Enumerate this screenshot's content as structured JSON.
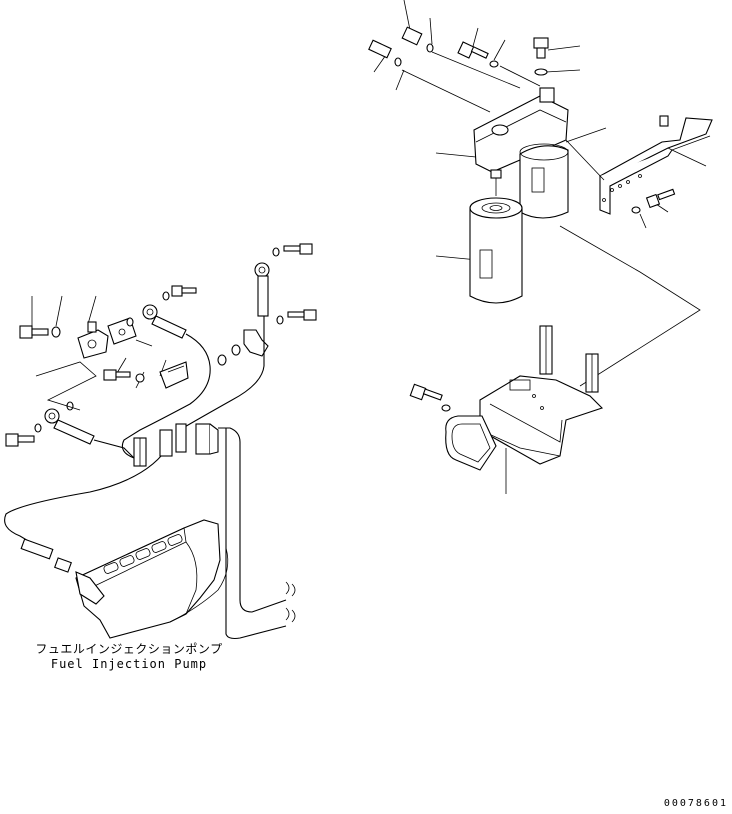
{
  "labels": {
    "pump_label_jp": "フュエルインジェクションポンプ",
    "pump_label_en": "Fuel Injection Pump",
    "drawing_number": "00078601"
  }
}
